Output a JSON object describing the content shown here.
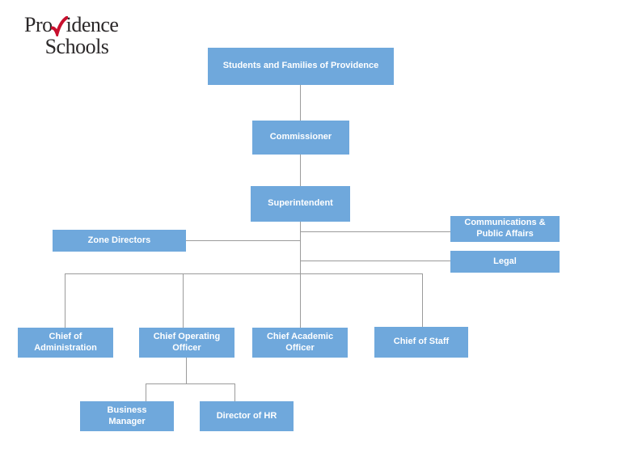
{
  "logo": {
    "word1_pre": "Pro",
    "word1_post": "idence",
    "word2": "Schools",
    "check_icon": "red-checkmark"
  },
  "colors": {
    "node_fill": "#6FA8DC",
    "node_text": "#FFFFFF",
    "connector": "#9B9B9B",
    "logo_red": "#C8102E",
    "logo_ink": "#2B2829",
    "background": "#FFFFFF"
  },
  "org": {
    "students": "Students and Families of Providence",
    "commissioner": "Commissioner",
    "superintendent": "Superintendent",
    "zone_directors": "Zone Directors",
    "communications": "Communications &\nPublic Affairs",
    "legal": "Legal",
    "chief_of_administration": "Chief of\nAdministration",
    "chief_operating_officer": "Chief Operating\nOfficer",
    "chief_academic_officer": "Chief Academic\nOfficer",
    "chief_of_staff": "Chief of Staff",
    "business_manager": "Business\nManager",
    "director_of_hr": "Director of HR"
  },
  "chart_data": {
    "type": "table",
    "title": "Providence Schools Organizational Chart",
    "hierarchy": [
      {
        "node": "Students and Families of Providence",
        "reports_to": null
      },
      {
        "node": "Commissioner",
        "reports_to": "Students and Families of Providence"
      },
      {
        "node": "Superintendent",
        "reports_to": "Commissioner"
      },
      {
        "node": "Zone Directors",
        "reports_to": "Superintendent"
      },
      {
        "node": "Communications & Public Affairs",
        "reports_to": "Superintendent"
      },
      {
        "node": "Legal",
        "reports_to": "Superintendent"
      },
      {
        "node": "Chief of Administration",
        "reports_to": "Superintendent"
      },
      {
        "node": "Chief Operating Officer",
        "reports_to": "Superintendent"
      },
      {
        "node": "Chief Academic Officer",
        "reports_to": "Superintendent"
      },
      {
        "node": "Chief of Staff",
        "reports_to": "Superintendent"
      },
      {
        "node": "Business Manager",
        "reports_to": "Chief Operating Officer"
      },
      {
        "node": "Director of HR",
        "reports_to": "Chief Operating Officer"
      }
    ]
  }
}
